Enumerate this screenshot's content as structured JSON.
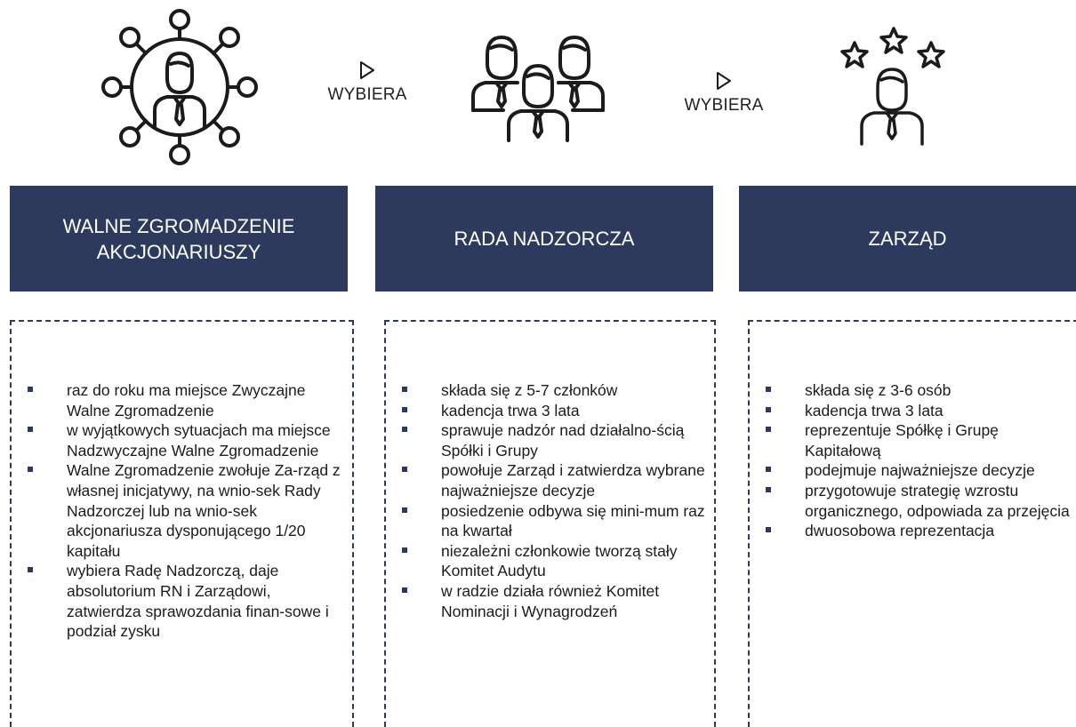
{
  "flow": {
    "arrow1_label": "WYBIERA",
    "arrow2_label": "WYBIERA"
  },
  "icons": [
    "network-person-icon",
    "group-people-icon",
    "person-stars-icon",
    "play-arrow-icon"
  ],
  "colors": {
    "navy": "#2d3a5e",
    "text": "#1b1b1b",
    "background": "#ffffff"
  },
  "columns": [
    {
      "title": "WALNE ZGROMADZENIE\nAKCJONARIUSZY",
      "items": [
        "raz do roku ma miejsce Zwyczajne Walne Zgromadzenie",
        "w wyjątkowych sytuacjach ma miejsce Nadzwyczajne Walne Zgromadzenie",
        "Walne Zgromadzenie zwołuje Za-rząd z własnej inicjatywy, na wnio-sek Rady Nadzorczej lub na wnio-sek akcjonariusza dysponującego 1/20 kapitału",
        "wybiera Radę Nadzorczą, daje absolutorium RN i Zarządowi, zatwierdza sprawozdania finan-sowe i podział zysku"
      ]
    },
    {
      "title": "RADA NADZORCZA",
      "items": [
        "składa się z 5-7 członków",
        "kadencja trwa 3 lata",
        "sprawuje nadzór nad działalno-ścią Spółki i Grupy",
        "powołuje Zarząd i zatwierdza wybrane najważniejsze decyzje",
        "posiedzenie odbywa się mini-mum raz na kwartał",
        "niezależni członkowie tworzą stały Komitet Audytu",
        "w radzie działa również Komitet Nominacji i Wynagrodzeń"
      ]
    },
    {
      "title": "ZARZĄD",
      "items": [
        "składa się z 3-6 osób",
        "kadencja trwa 3 lata",
        "reprezentuje Spółkę i Grupę Kapitałową",
        "podejmuje najważniejsze decyzje",
        "przygotowuje strategię wzrostu organicznego, odpowiada za przejęcia",
        "dwuosobowa reprezentacja"
      ]
    }
  ]
}
